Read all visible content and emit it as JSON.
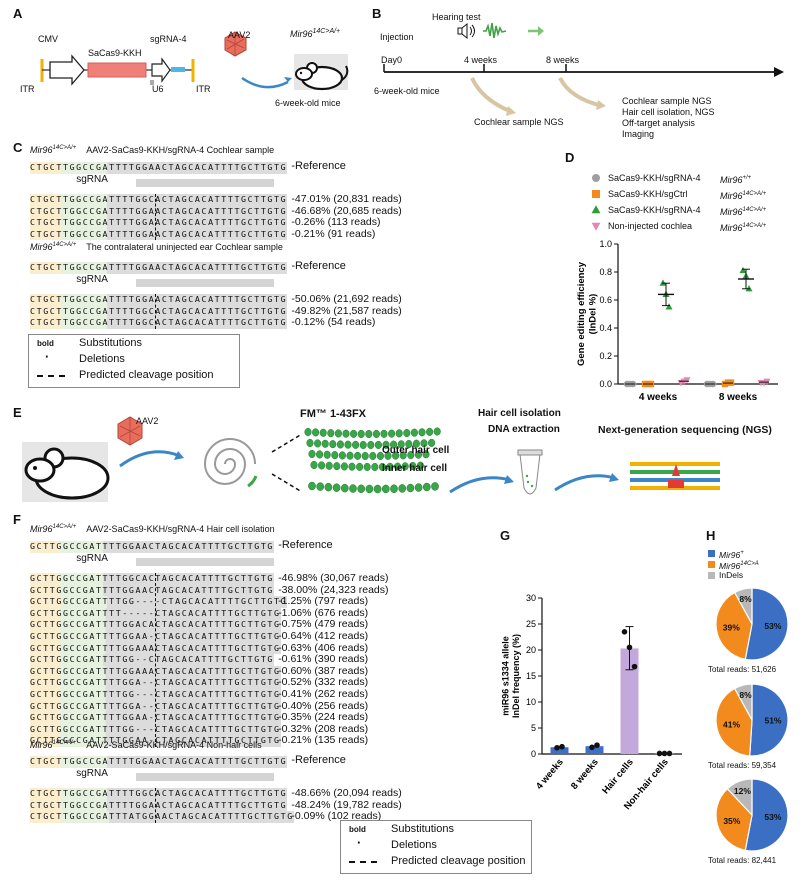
{
  "panels": {
    "A": {
      "letter": "A",
      "construct": {
        "itr_left": "ITR",
        "cmv": "CMV",
        "cas9": "SaCas9-KKH",
        "sgrna": "sgRNA-4",
        "u6": "U6",
        "itr_right": "ITR"
      },
      "aav": "AAV2",
      "mouse_label_prefix": "Mir96",
      "mouse_label_sup": "14C>A/+",
      "mouse_caption": "6-week-old mice"
    },
    "B": {
      "letter": "B",
      "injection": "Injection",
      "hearing_test": "Hearing test",
      "day0": "Day0",
      "w4": "4 weeks",
      "w8": "8 weeks",
      "start_age": "6-week-old mice",
      "ngs4": "Cochlear sample NGS",
      "list8": [
        "Cochlear sample NGS",
        "Hair cell isolation, NGS",
        "Off-target analysis",
        "Imaging"
      ]
    },
    "C": {
      "letter": "C",
      "block1_title_prefix": "Mir96",
      "block1_title_sup": "14C>A/+",
      "block1_title_rest": "AAV2-SaCas9-KKH/sgRNA-4   Cochlear sample",
      "block1_ref": "CTGCTTGGCCGATTTTGGAACTAGCACATTTTGCTTGTG",
      "reference_label": "-Reference",
      "sgrna_label": "sgRNA",
      "block1_rows": [
        {
          "seq": "CTGCTTGGCCGATTTTGGCACTAGCACATTTTGCTTGTG",
          "reads": "-47.01% (20,831 reads)"
        },
        {
          "seq": "CTGCTTGGCCGATTTTGGAACTAGCACATTTTGCTTGTG",
          "reads": "-46.68% (20,685 reads)"
        },
        {
          "seq": "CTGCTTGGCCGATTTTGGAACTAGCACATTTTGCTTGTG",
          "reads": "-0.26% (113 reads)"
        },
        {
          "seq": "CTGCTTGGCCGATTTTGGAACTAGCACATTTTGCTTGTG",
          "reads": "-0.21% (91 reads)"
        }
      ],
      "block2_title_prefix": "Mir96",
      "block2_title_sup": "14C>A/+",
      "block2_title_rest": "The contralateral uninjected ear   Cochlear sample",
      "block2_ref": "CTGCTTGGCCGATTTTGGAACTAGCACATTTTGCTTGTG",
      "block2_rows": [
        {
          "seq": "CTGCTTGGCCGATTTTGGAACTAGCACATTTTGCTTGTG",
          "reads": "-50.06% (21,692 reads)"
        },
        {
          "seq": "CTGCTTGGCCGATTTTGGCACTAGCACATTTTGCTTGTG",
          "reads": "-49.82% (21,587 reads)"
        },
        {
          "seq": "CTGCTTGGCCGATTTTGGCACTAGCACATTTTGCTTGTG",
          "reads": "-0.12% (54 reads)"
        }
      ],
      "legend": {
        "bold_key": "bold",
        "subs": "Substitutions",
        "dot_key": "·",
        "del": "Deletions",
        "cleave": "Predicted cleavage position"
      }
    },
    "D": {
      "letter": "D",
      "legend": [
        {
          "name": "SaCas9-KKH/sgRNA-4",
          "geno": "Mir96",
          "sup": "+/+",
          "color": "#9e9e9e",
          "marker": "circle"
        },
        {
          "name": "SaCas9-KKH/sgCtrl",
          "geno": "Mir96",
          "sup": "14C>A/+",
          "color": "#f28a1e",
          "marker": "square"
        },
        {
          "name": "SaCas9-KKH/sgRNA-4",
          "geno": "Mir96",
          "sup": "14C>A/+",
          "color": "#2e9b3a",
          "marker": "triangle"
        },
        {
          "name": "Non-injected cochlea",
          "geno": "Mir96",
          "sup": "14C>A/+",
          "color": "#e487b2",
          "marker": "invtriangle"
        }
      ]
    },
    "E": {
      "letter": "E",
      "aav": "AAV2",
      "dye": "FM™ 1-43FX",
      "outer": "Outer hair cell",
      "inner": "Inner hair cell",
      "isolation": "Hair cell isolation",
      "dna": "DNA extraction",
      "ngs": "Next-generation sequencing (NGS)"
    },
    "F": {
      "letter": "F",
      "block1_title_prefix": "Mir96",
      "block1_title_sup": "14C>A/+",
      "block1_title_rest": "AAV2-SaCas9-KKH/sgRNA-4   Hair cell isolation",
      "block1_ref": "GCTTGGCCGATTTTGGAACTAGCACATTTTGCTTGTG",
      "reference_label": "-Reference",
      "sgrna_label": "sgRNA",
      "block1_rows": [
        {
          "seq": "GCTTGGCCGATTTTGGCACTAGCACATTTTGCTTGTG",
          "reads": "-46.98% (30,067 reads)"
        },
        {
          "seq": "GCTTGGCCGATTTTGGAACTAGCACATTTTGCTTGTG",
          "reads": "-38.00% (24,323 reads)"
        },
        {
          "seq": "GCTTGGCCGATTTTGG----CTAGCACATTTTGCTTGTG",
          "reads": "-1.25% (797 reads)"
        },
        {
          "seq": "GCTTGGCCGATTTT-----CTAGCACATTTTGCTTGTG",
          "reads": "-1.06% (676 reads)"
        },
        {
          "seq": "GCTTGGCCGATTTTGGACACTAGCACATTTTGCTTGTG",
          "reads": "-0.75% (479 reads)"
        },
        {
          "seq": "GCTTGGCCGATTTTGGAA-CTAGCACATTTTGCTTGTG",
          "reads": "-0.64% (412 reads)"
        },
        {
          "seq": "GCTTGGCCGATTTTGGAAACTAGCACATTTTGCTTGTG",
          "reads": "-0.63% (406 reads)"
        },
        {
          "seq": "GCTTGGCCGATTTTGG--CTAGCACATTTTGCTTGTG",
          "reads": "-0.61% (390 reads)"
        },
        {
          "seq": "GCTTGGCCGATTTTGGAAACTAGCACATTTTGCTTGTG",
          "reads": "-0.60% (387 reads)"
        },
        {
          "seq": "GCTTGGCCGATTTTGGA--CTAGCACATTTTGCTTGTG",
          "reads": "-0.52% (332 reads)"
        },
        {
          "seq": "GCTTGGCCGATTTTGG---CTAGCACATTTTGCTTGTG",
          "reads": "-0.41% (262 reads)"
        },
        {
          "seq": "GCTTGGCCGATTTTGGA--CTAGCACATTTTGCTTGTG",
          "reads": "-0.40% (256 reads)"
        },
        {
          "seq": "GCTTGGCCGATTTTGGAA-CTAGCACATTTTGCTTGTG",
          "reads": "-0.35% (224 reads)"
        },
        {
          "seq": "GCTTGGCCGATTTTGG---CTAGCACATTTTGCTTGTG",
          "reads": "-0.32% (208 reads)"
        },
        {
          "seq": "GCTTGGCCGATTTTGGAA-CTAGCACATTTTGCTTGTG",
          "reads": "-0.21% (135 reads)"
        }
      ],
      "block2_title_prefix": "Mir96",
      "block2_title_sup": "14C>A/+",
      "block2_title_rest": "AAV2-SaCas9-KKH/sgRNA-4   Non-hair cells",
      "block2_ref": "CTGCTTGGCCGATTTTGGAACTAGCACATTTTGCTTGTG",
      "block2_rows": [
        {
          "seq": "CTGCTTGGCCGATTTTGGCACTAGCACATTTTGCTTGTG",
          "reads": "-48.66% (20,094 reads)"
        },
        {
          "seq": "CTGCTTGGCCGATTTTGGAACTAGCACATTTTGCTTGTG",
          "reads": "-48.24% (19,782 reads)"
        },
        {
          "seq": "CTGCTTGGCCGATTTATGGAACTAGCACATTTTGCTTGTG",
          "reads": "-0.09% (102 reads)"
        }
      ],
      "legend": {
        "bold_key": "bold",
        "subs": "Substitutions",
        "dot_key": "·",
        "del": "Deletions",
        "cleave": "Predicted cleavage position"
      }
    },
    "G": {
      "letter": "G"
    },
    "H": {
      "letter": "H",
      "legend": [
        {
          "label": "Mir96",
          "sup": "+",
          "color": "#3a6fc4"
        },
        {
          "label": "Mir96",
          "sup": "14C>A",
          "color": "#f28a1e"
        },
        {
          "label": "InDels",
          "sup": "",
          "color": "#b8b8b8"
        }
      ],
      "pies": [
        {
          "slices": [
            53,
            39,
            8
          ],
          "labels": [
            "53%",
            "39%",
            "8%"
          ],
          "total": "Total reads: 51,626"
        },
        {
          "slices": [
            51,
            41,
            8
          ],
          "labels": [
            "51%",
            "41%",
            "8%"
          ],
          "total": "Total reads: 59,354"
        },
        {
          "slices": [
            53,
            35,
            12
          ],
          "labels": [
            "53%",
            "35%",
            "12%"
          ],
          "total": "Total reads: 82,441"
        }
      ]
    }
  },
  "chart_data": [
    {
      "type": "scatter",
      "title": "",
      "ylabel": "Gene editing efficiency (InDel %)",
      "categories": [
        "4 weeks",
        "8 weeks"
      ],
      "ylim": [
        0,
        1.0
      ],
      "yticks": [
        "0.0",
        "0.2",
        "0.4",
        "0.6",
        "0.8",
        "1.0"
      ],
      "series": [
        {
          "name": "SaCas9-KKH/sgRNA-4 Mir96+/+",
          "color": "#9e9e9e",
          "marker": "circle",
          "values": [
            [
              0.0,
              0.0,
              0.0
            ],
            [
              0.0,
              0.0,
              0.0
            ]
          ]
        },
        {
          "name": "SaCas9-KKH/sgCtrl Mir9614C>A/+",
          "color": "#f28a1e",
          "marker": "square",
          "values": [
            [
              0.0,
              0.0,
              0.0
            ],
            [
              0.0,
              0.01,
              0.01
            ]
          ]
        },
        {
          "name": "SaCas9-KKH/sgRNA-4 Mir9614C>A/+",
          "color": "#2e9b3a",
          "marker": "triangle",
          "values": [
            [
              0.72,
              0.64,
              0.55
            ],
            [
              0.81,
              0.77,
              0.68
            ]
          ],
          "mean": [
            0.64,
            0.75
          ],
          "sem": [
            0.08,
            0.07
          ]
        },
        {
          "name": "Non-injected cochlea Mir9614C>A/+",
          "color": "#e487b2",
          "marker": "invtriangle",
          "values": [
            [
              0.01,
              0.02,
              0.03
            ],
            [
              0.01,
              0.01,
              0.02
            ]
          ]
        }
      ]
    },
    {
      "type": "bar",
      "title": "",
      "ylabel": "miR96 s1334 allele InDel frequency (%)",
      "categories": [
        "4 weeks",
        "8 weeks",
        "Hair cells",
        "Non-hair cells"
      ],
      "values": [
        1.3,
        1.5,
        20.3,
        0.1
      ],
      "points": [
        [
          1.2,
          1.4
        ],
        [
          1.3,
          1.7
        ],
        [
          23.5,
          20.5,
          16.8
        ],
        [
          0.1,
          0.1,
          0.1
        ]
      ],
      "colors": [
        "#3f6fc4",
        "#3f6fc4",
        "#c3a8dc",
        "#c3a8dc"
      ],
      "ylim": [
        0,
        30
      ],
      "yticks": [
        "0",
        "5",
        "10",
        "15",
        "20",
        "25",
        "30"
      ]
    }
  ]
}
